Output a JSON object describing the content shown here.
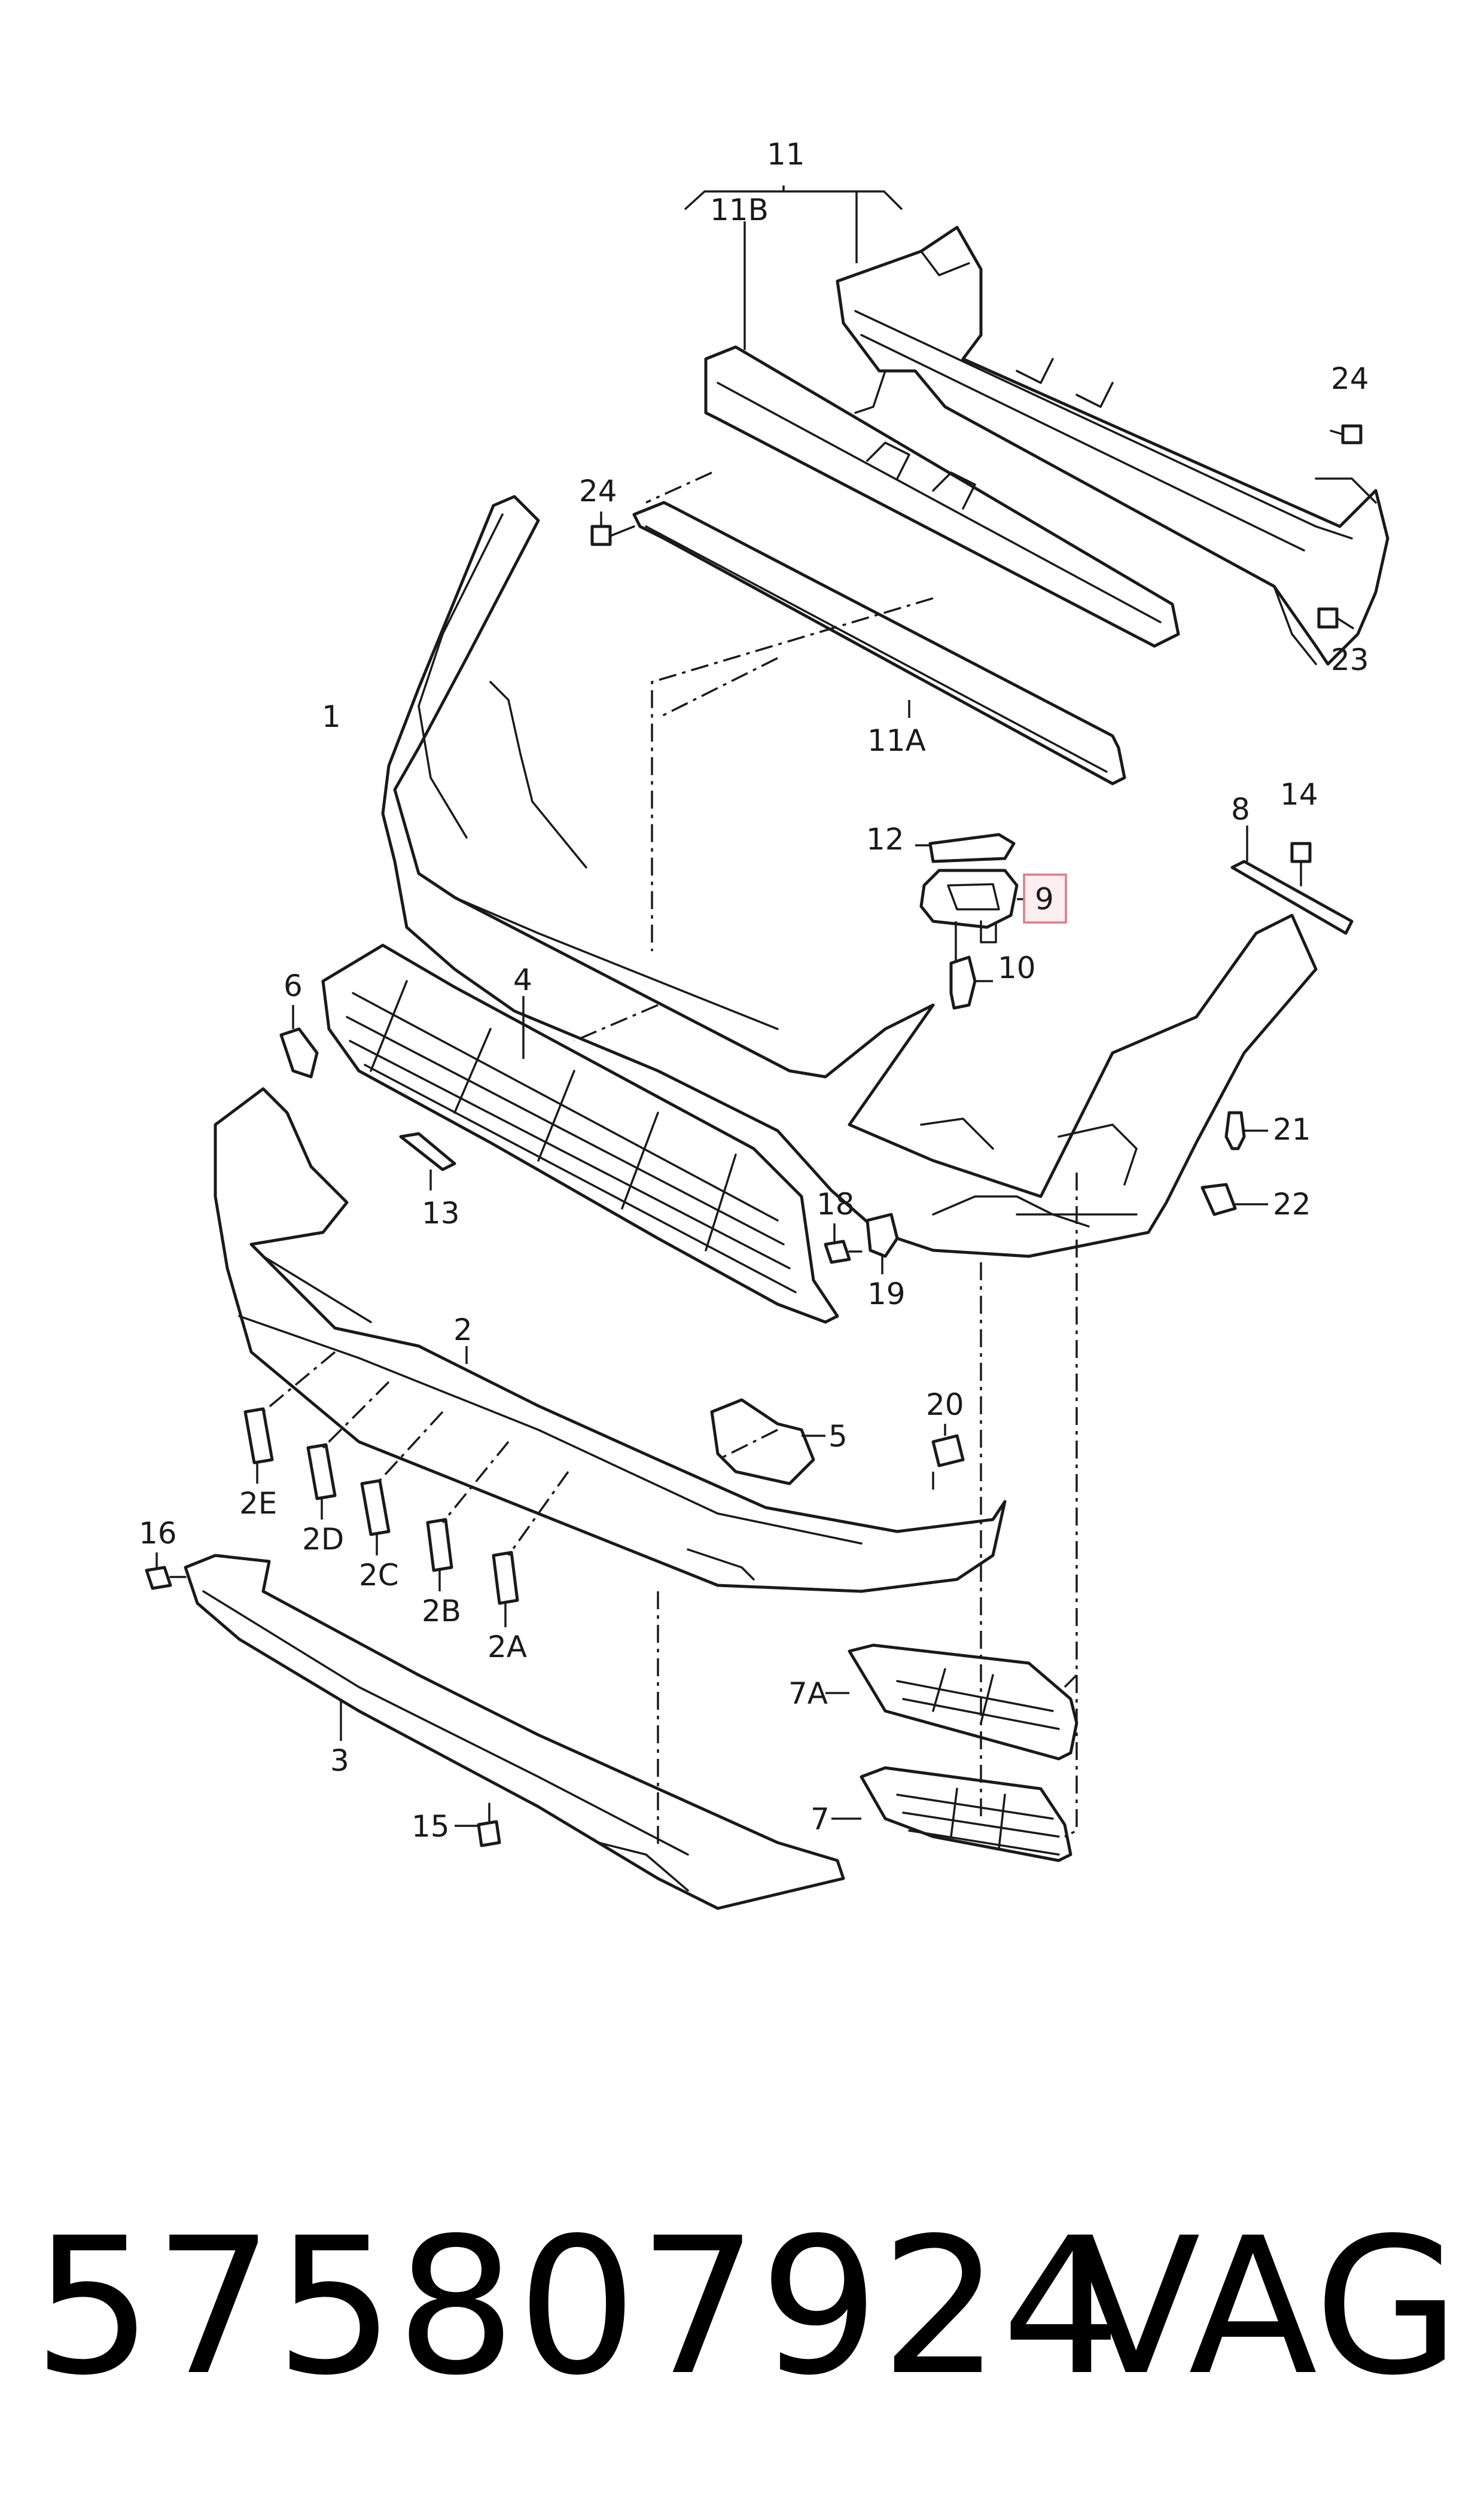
{
  "diagram": {
    "labels": [
      "11",
      "11B",
      "24",
      "24",
      "23",
      "1",
      "11A",
      "8",
      "14",
      "12",
      "9",
      "10",
      "6",
      "4",
      "21",
      "22",
      "13",
      "18",
      "19",
      "2",
      "5",
      "20",
      "2E",
      "2D",
      "2C",
      "2B",
      "2A",
      "16",
      "3",
      "7A",
      "7",
      "15"
    ],
    "highlighted_label": "9",
    "highlight_color": "#e07a86"
  },
  "footer": {
    "part_number": "575807924",
    "brand": "VAG"
  }
}
